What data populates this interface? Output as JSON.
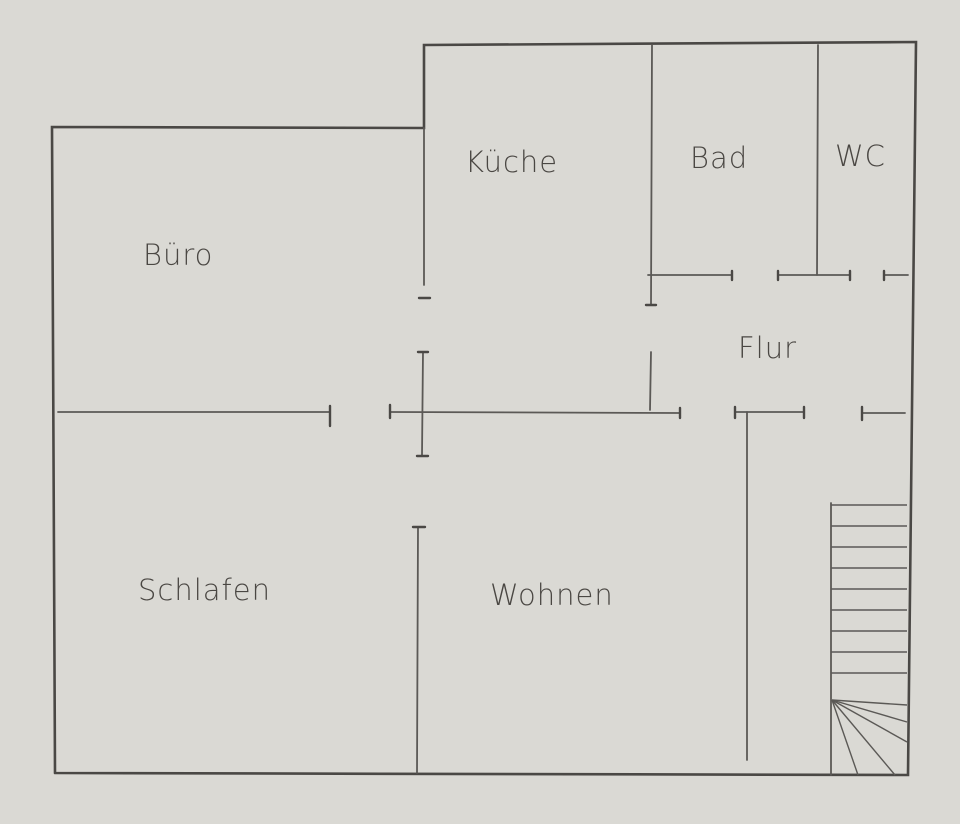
{
  "title": "Floor plan sketch",
  "rooms": {
    "buero": "Büro",
    "kueche": "Küche",
    "bad": "Bad",
    "wc": "WC",
    "flur": "Flur",
    "schlafen": "Schlafen",
    "wohnen": "Wohnen"
  },
  "colors": {
    "paper": "#dad9d4",
    "pencil": "#4a4845"
  }
}
